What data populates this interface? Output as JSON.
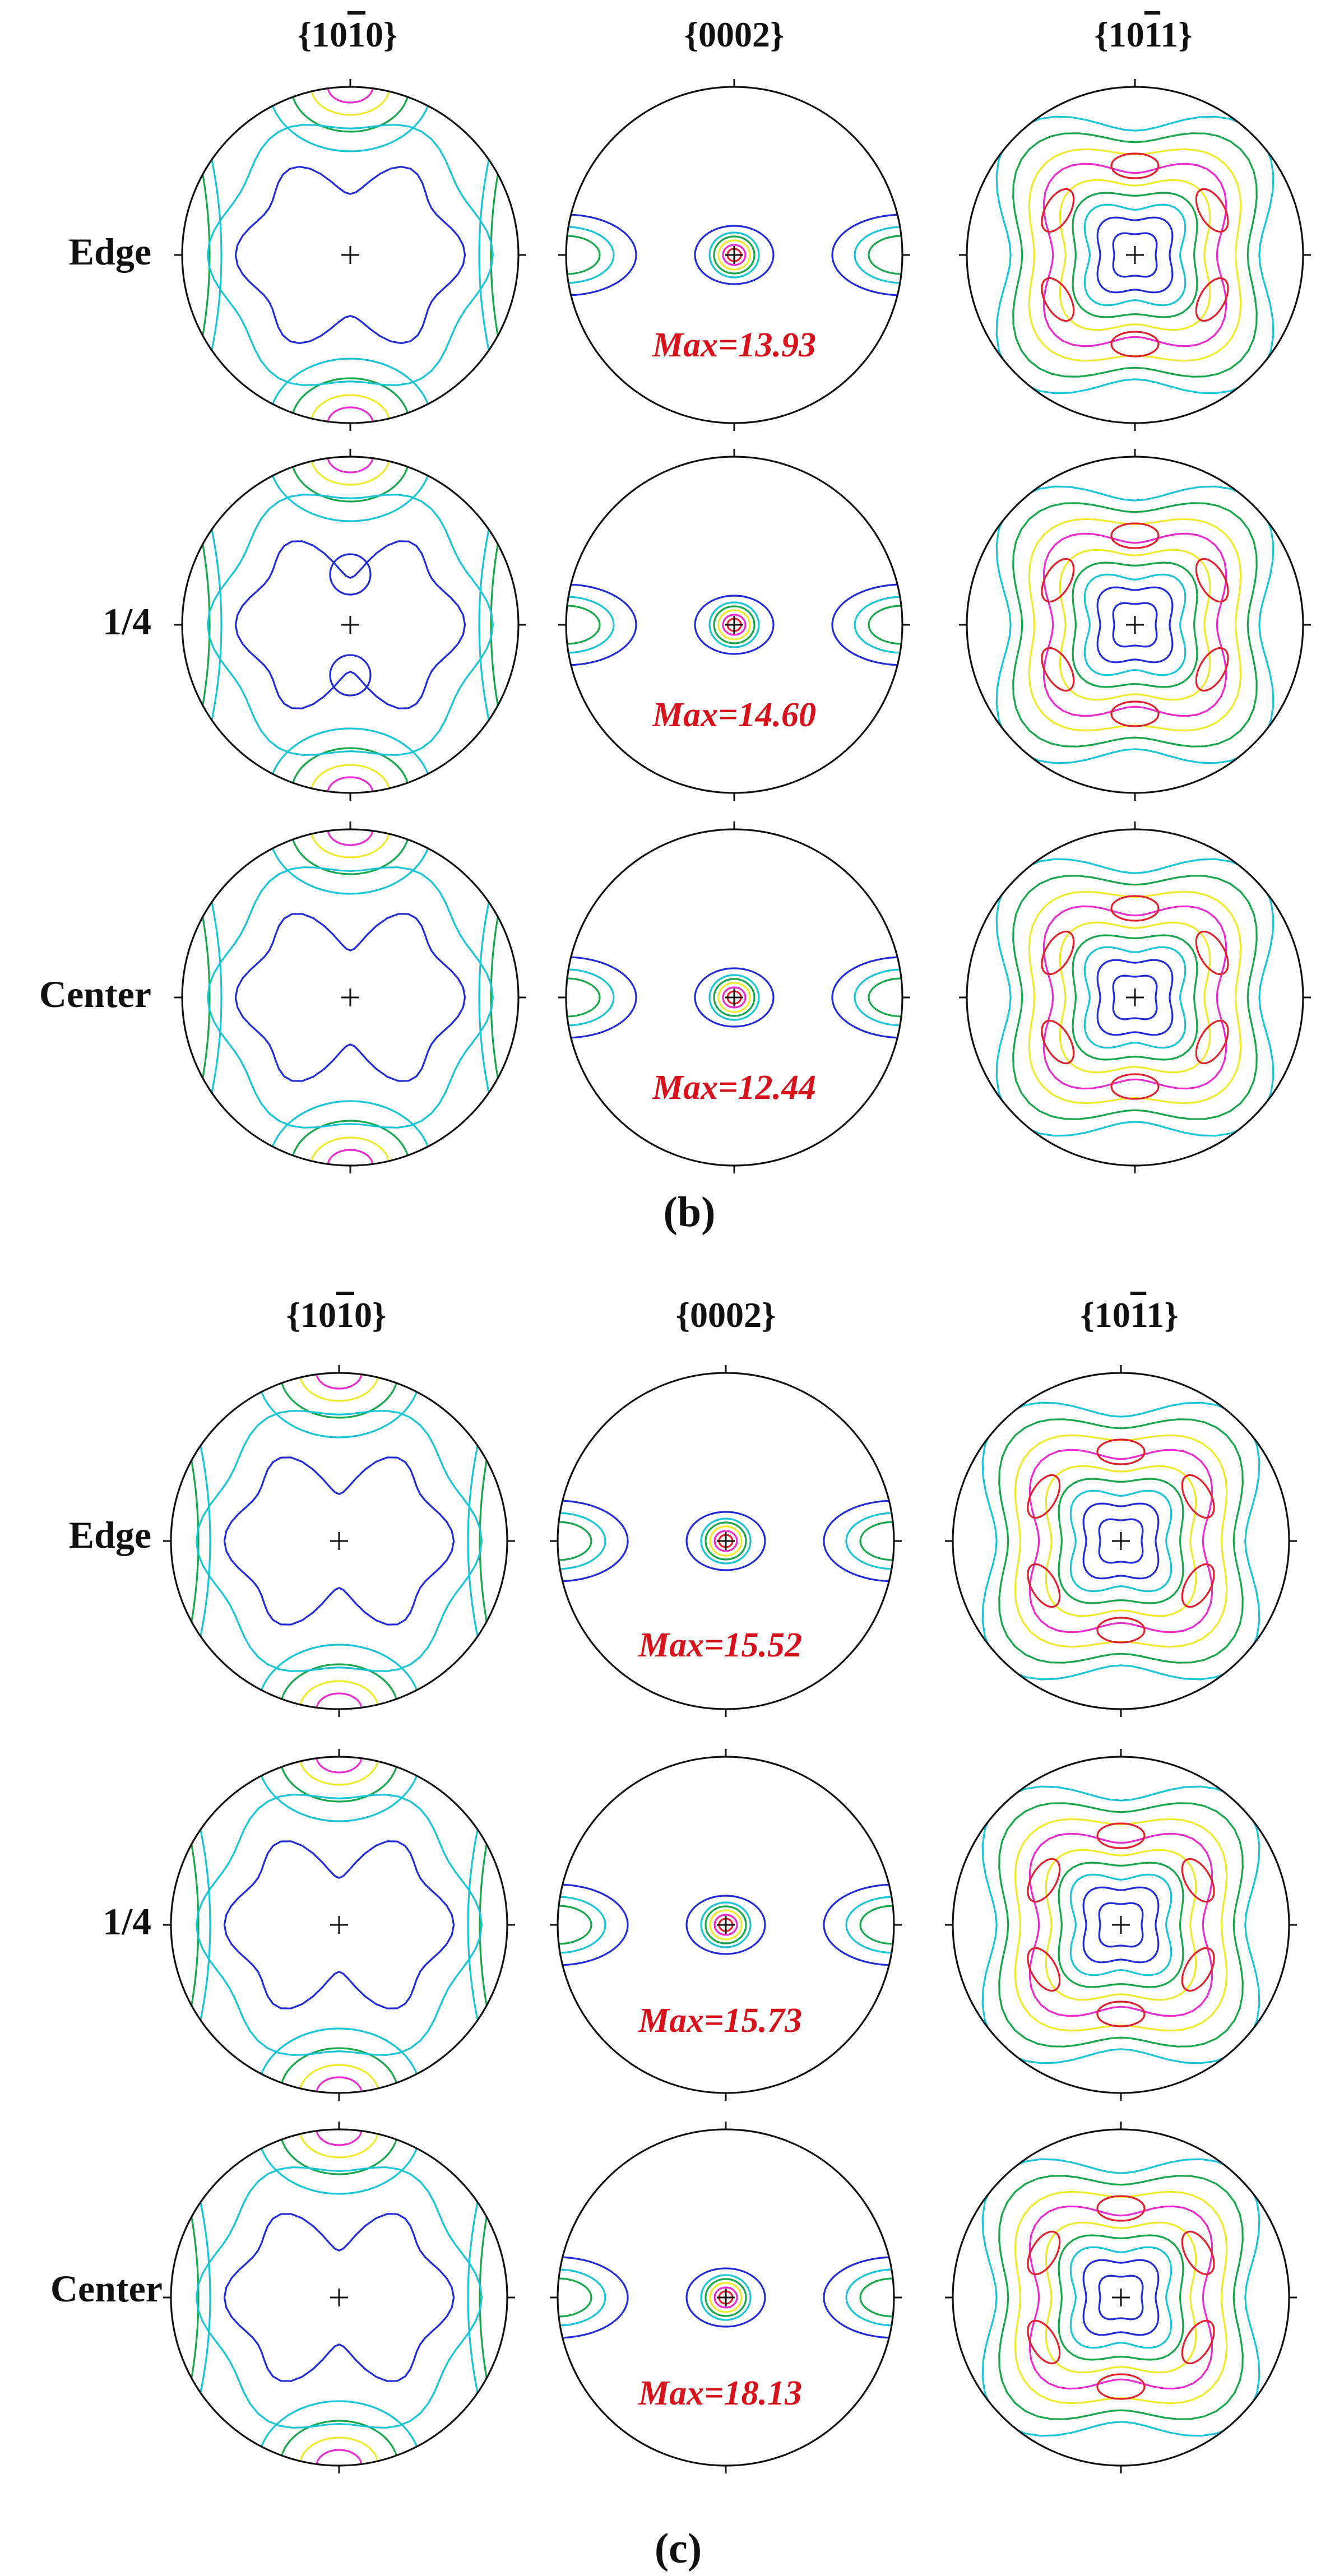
{
  "columns": [
    {
      "prefix": "{10",
      "bar": "1",
      "suffix": "0}"
    },
    {
      "prefix": "{0002}",
      "bar": "",
      "suffix": ""
    },
    {
      "prefix": "{10",
      "bar": "1",
      "suffix": "1}"
    }
  ],
  "contour_colors": [
    "#1f2bd6",
    "#18c4d6",
    "#17a64a",
    "#f0e82a",
    "#ea2ad0",
    "#e0202a",
    "#9a7a28"
  ],
  "panels": [
    {
      "label": "(b)",
      "rows": [
        {
          "label": "Edge",
          "max": "Max=13.93"
        },
        {
          "label": "1/4",
          "max": "Max=14.60"
        },
        {
          "label": "Center",
          "max": "Max=12.44"
        }
      ]
    },
    {
      "label": "(c)",
      "rows": [
        {
          "label": "Edge",
          "max": "Max=15.52"
        },
        {
          "label": "1/4",
          "max": "Max=15.73"
        },
        {
          "label": "Center",
          "max": "Max=18.13"
        }
      ]
    }
  ]
}
